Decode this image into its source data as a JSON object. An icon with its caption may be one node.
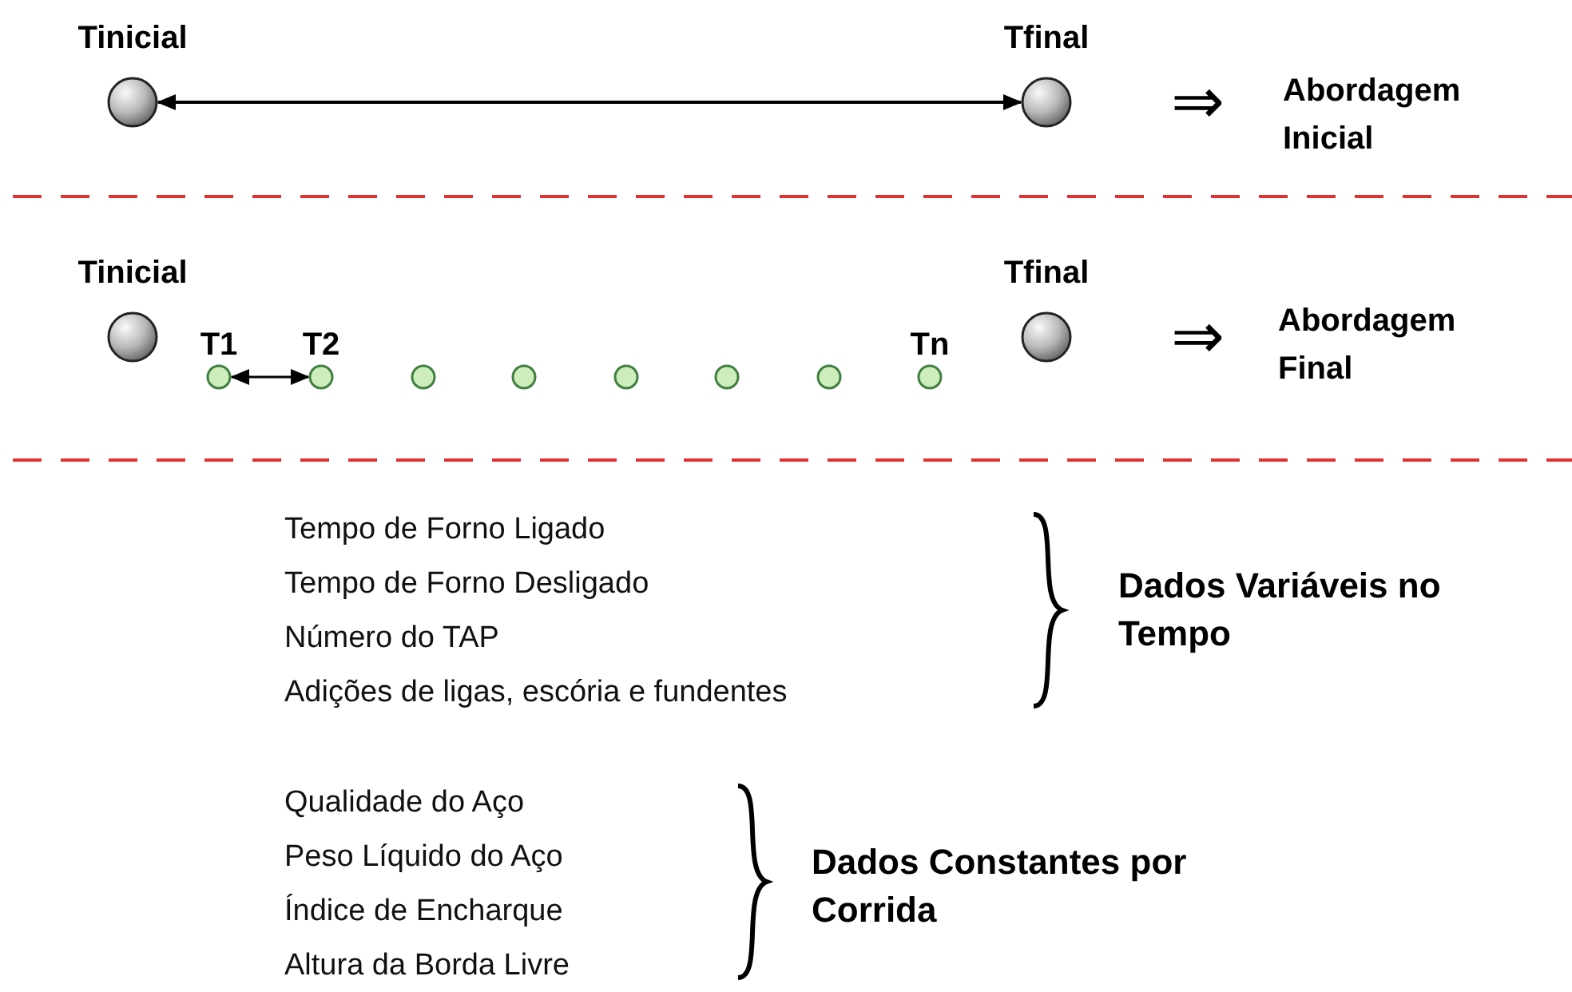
{
  "diagram": {
    "nodes": [
      {
        "text": [
          "Tinicial"
        ]
      },
      {
        "text": [
          "Tfinal"
        ]
      },
      {
        "text": [
          "Abordagem Inicial"
        ]
      },
      {
        "text": [
          "Tinicial"
        ]
      },
      {
        "text": [
          "Tfinal"
        ]
      },
      {
        "text": [
          "Abordagem Final"
        ]
      },
      {
        "text": [
          "T1"
        ]
      },
      {
        "text": [
          "T2"
        ]
      },
      {
        "text": [],
        "shape": "circle"
      },
      {
        "text": [],
        "shape": "circle"
      },
      {
        "text": [],
        "shape": "circle"
      },
      {
        "text": [],
        "shape": "circle"
      },
      {
        "text": [],
        "shape": "circle"
      },
      {
        "text": [
          "Tn"
        ]
      }
    ],
    "edges": [
      {
        "from": 0,
        "to": 1,
        "arrow": "both"
      },
      {
        "from": 6,
        "to": 7,
        "arrow": "both"
      }
    ],
    "labels": [
      "⇒",
      "⇒",
      "Tempo de Forno Ligado",
      "Tempo de Forno Desligado",
      "Número do TAP",
      "Adições de ligas, escória e fundentes",
      "Dados Variáveis no Tempo",
      "Qualidade do Aço",
      "Peso Líquido do Aço",
      "Índice de Encharque",
      "Altura da Borda Livre",
      "Dados Constantes por Corrida"
    ]
  }
}
